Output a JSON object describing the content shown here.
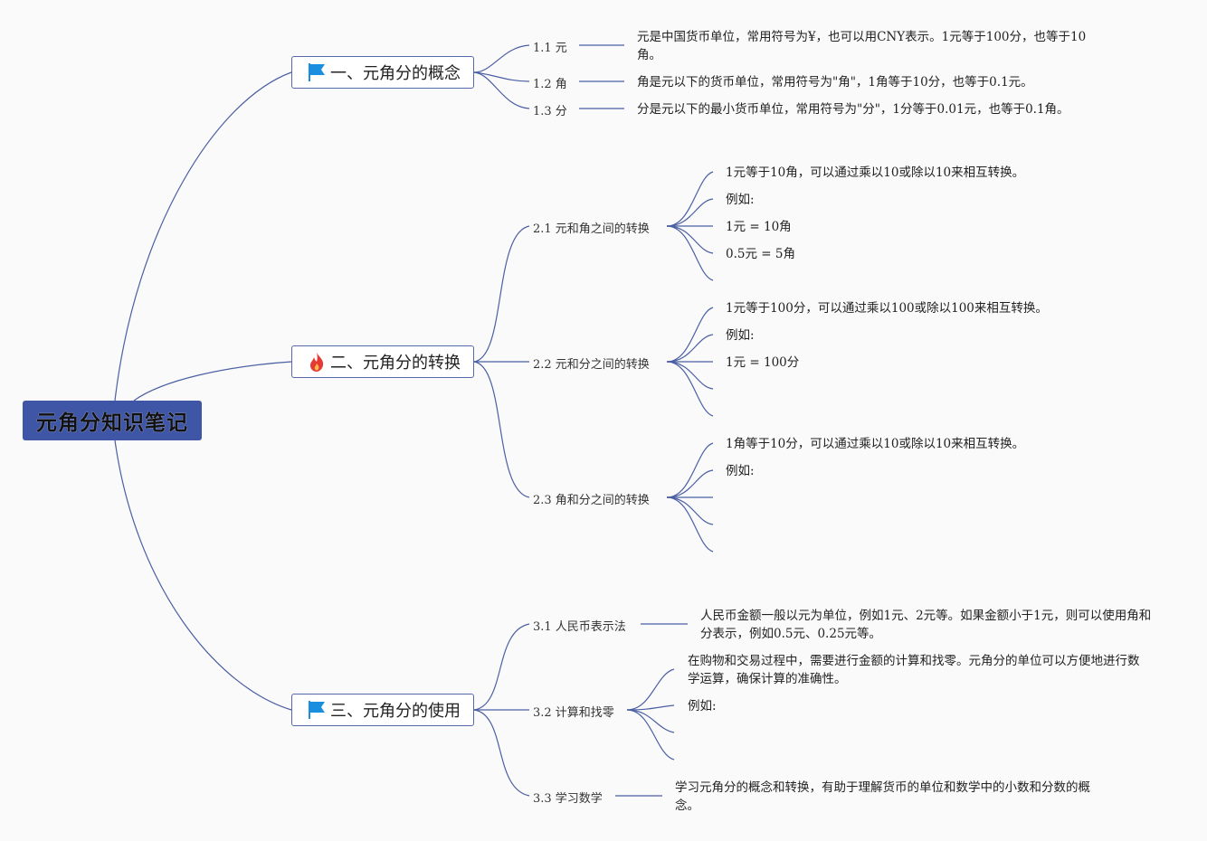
{
  "root": {
    "title": "元角分知识笔记"
  },
  "topics": [
    {
      "id": "t1",
      "title": "一、元角分的概念",
      "icon": "blue-flag-icon"
    },
    {
      "id": "t2",
      "title": "二、元角分的转换",
      "icon": "flame-icon"
    },
    {
      "id": "t3",
      "title": "三、元角分的使用",
      "icon": "blue-flag-icon"
    }
  ],
  "subtopics": {
    "s11": "1.1 元",
    "s12": "1.2 角",
    "s13": "1.3 分",
    "s21": "2.1 元和角之间的转换",
    "s22": "2.2 元和分之间的转换",
    "s23": "2.3 角和分之间的转换",
    "s31": "3.1 人民币表示法",
    "s32": "3.2 计算和找零",
    "s33": "3.3 学习数学"
  },
  "leaves": {
    "l11": "元是中国货币单位，常用符号为¥，也可以用CNY表示。1元等于100分，也等于10角。",
    "l12": "角是元以下的货币单位，常用符号为\"角\"，1角等于10分，也等于0.1元。",
    "l13": "分是元以下的最小货币单位，常用符号为\"分\"，1分等于0.01元，也等于0.1角。",
    "l21a": "1元等于10角，可以通过乘以10或除以10来相互转换。",
    "l21b": "例如:",
    "l21c": "1元 = 10角",
    "l21d": "0.5元 = 5角",
    "l22a": "1元等于100分，可以通过乘以100或除以100来相互转换。",
    "l22b": "例如:",
    "l22c": "1元 = 100分",
    "l23a": "1角等于10分，可以通过乘以10或除以10来相互转换。",
    "l23b": "例如:",
    "l31": "人民币金额一般以元为单位，例如1元、2元等。如果金额小于1元，则可以使用角和分表示，例如0.5元、0.25元等。",
    "l32a": "在购物和交易过程中，需要进行金额的计算和找零。元角分的单位可以方便地进行数学运算，确保计算的准确性。",
    "l32b": "例如:",
    "l33": "学习元角分的概念和转换，有助于理解货币的单位和数学中的小数和分数的概念。"
  },
  "colors": {
    "root_fill": "#3f56a6",
    "line": "#4b5fa3",
    "topic_border": "#5568a8",
    "flag_blue": "#1a8fe0",
    "flame_red": "#e53935"
  }
}
